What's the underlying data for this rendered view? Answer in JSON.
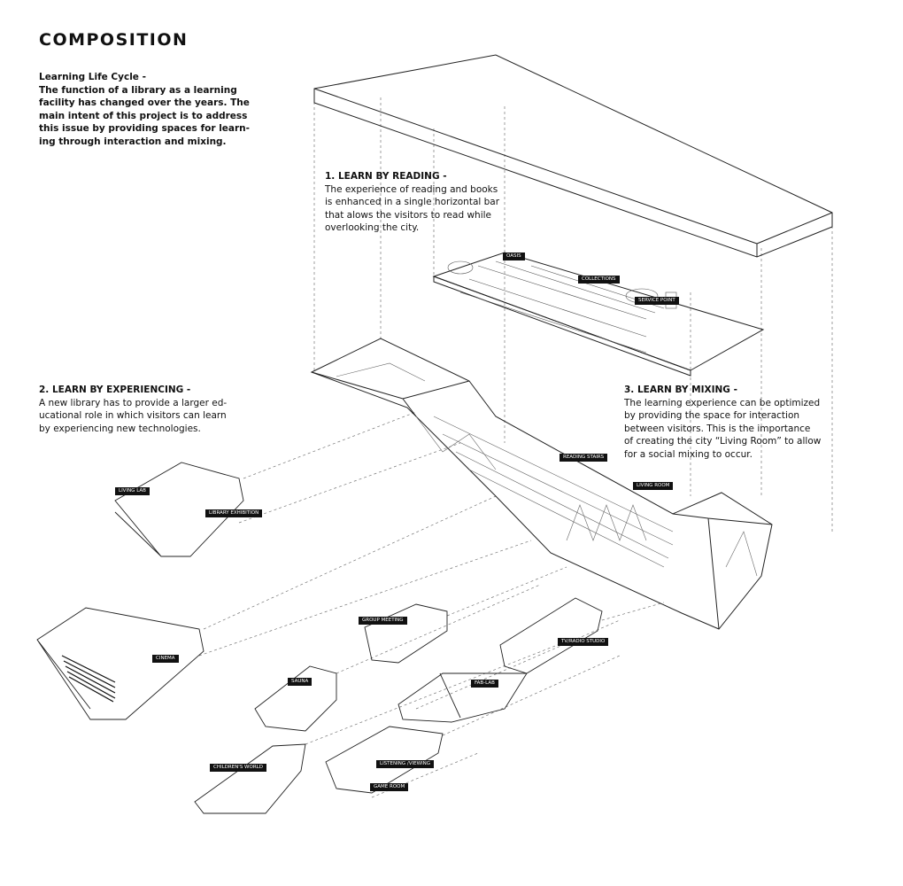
{
  "title": "COMPOSITION",
  "intro": {
    "heading": "Learning Life Cycle -",
    "body": "The function of a library as a learning\nfacility has changed over the years. The\nmain intent of this project is to address\nthis issue by providing spaces for learn-\ning through interaction and mixing."
  },
  "sections": [
    {
      "heading": "1. LEARN BY READING -",
      "body": "The experience of reading and books\nis enhanced in a single horizontal bar\nthat alows the visitors to read while\noverlooking the city."
    },
    {
      "heading": "2. LEARN BY EXPERIENCING -",
      "body": "A new library has to provide a larger ed-\nucational role in which visitors can learn\nby experiencing new technologies."
    },
    {
      "heading": "3. LEARN BY MIXING -",
      "body": "The learning experience can be optimized\nby providing the space for interaction\nbetween visitors. This is the importance\nof creating the city “Living Room” to allow\nfor a social mixing to occur."
    }
  ],
  "labels": {
    "oasis": "OASIS",
    "collections": "COLLECTIONS",
    "service_point": "SERVICE POINT",
    "reading_stairs": "READING STAIRS",
    "living_room": "LIVING ROOM",
    "living_lab": "LIVING LAB",
    "library_exhibition": "LIBRARY EXHIBITION",
    "cinema": "CINEMA",
    "group_meeting": "GROUP MEETING",
    "tv_radio": "TV/RADIO STUDIO",
    "sauna": "SAUNA",
    "fab_lab": "FAB-LAB",
    "childrens_world": "CHILDREN'S WORLD",
    "listening": "LISTENING /VIEWING",
    "game_room": "GAME ROOM"
  }
}
